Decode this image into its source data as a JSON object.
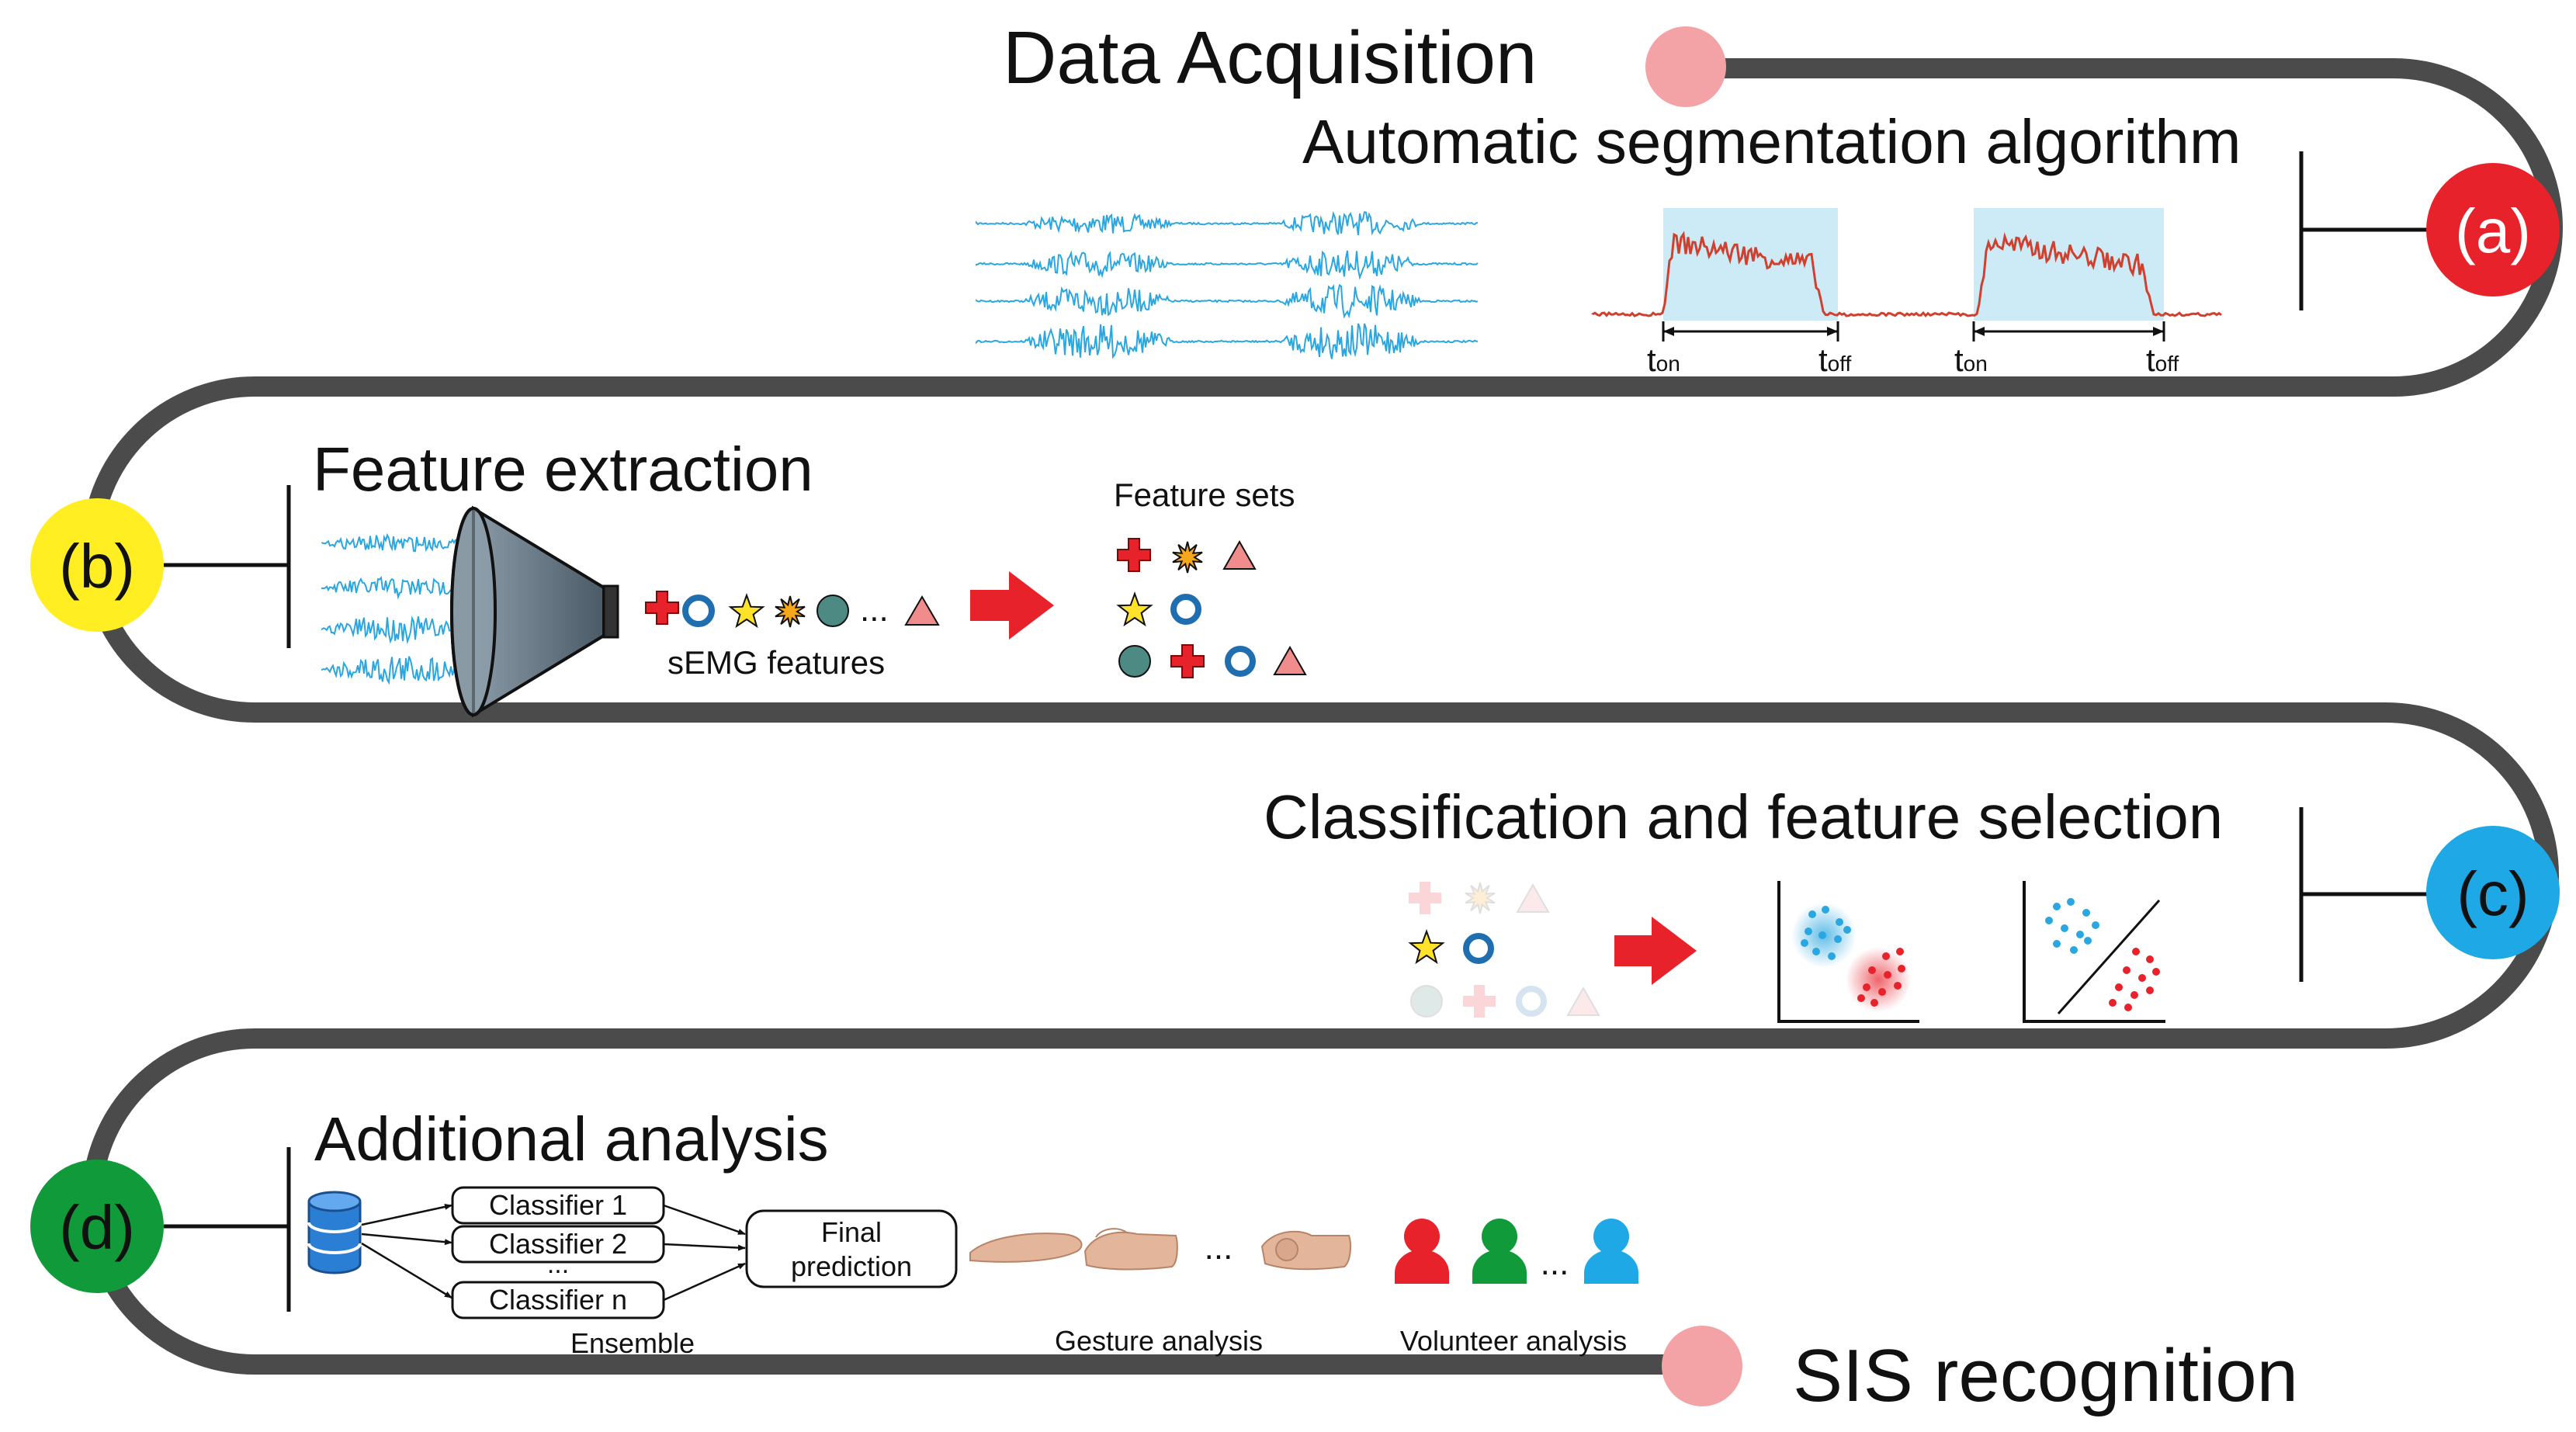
{
  "title": "Data Acquisition",
  "end_title": "SIS recognition",
  "colors": {
    "track": "#4b4b4b",
    "emg": "#2aa6e0",
    "accent_red": "#e8222b",
    "badge_a": "#e8222b",
    "badge_b": "#ffee22",
    "badge_c": "#1ea8e6",
    "badge_d": "#119a3a",
    "endpoint": "#f3a3a6",
    "teal": "#4d8a84",
    "star": "#ffe22a",
    "burst": "#f7a71c",
    "triangle": "#f08c8c",
    "segment_highlight": "#cdebf6",
    "segment_trace": "#d0402e"
  },
  "stages": {
    "a": {
      "badge": "(a)",
      "heading": "Automatic segmentation algorithm",
      "onset_label": "t",
      "onset_sub": "on",
      "offset_label": "t",
      "offset_sub": "off"
    },
    "b": {
      "badge": "(b)",
      "heading": "Feature extraction",
      "features_caption": "sEMG features",
      "ellipsis": "...",
      "feature_sets_title": "Feature sets"
    },
    "c": {
      "badge": "(c)",
      "heading": "Classification and feature selection"
    },
    "d": {
      "badge": "(d)",
      "heading": "Additional analysis",
      "classifiers": [
        "Classifier 1",
        "Classifier 2",
        "Classifier n"
      ],
      "classifier_dots": "...",
      "final_line1": "Final",
      "final_line2": "prediction",
      "ensemble_caption": "Ensemble",
      "gesture_caption": "Gesture analysis",
      "volunteer_caption": "Volunteer analysis",
      "gesture_ellipsis": "...",
      "volunteer_ellipsis": "..."
    }
  },
  "icons": {
    "feature_shapes": [
      "red-cross-icon",
      "blue-ring-icon",
      "yellow-star-icon",
      "orange-burst-icon",
      "teal-circle-icon",
      "pink-triangle-icon"
    ],
    "database": "database-icon",
    "filter": "funnel-icon",
    "arrow": "red-arrow-icon",
    "hand": "hand-gesture-icon",
    "person": "person-icon"
  }
}
